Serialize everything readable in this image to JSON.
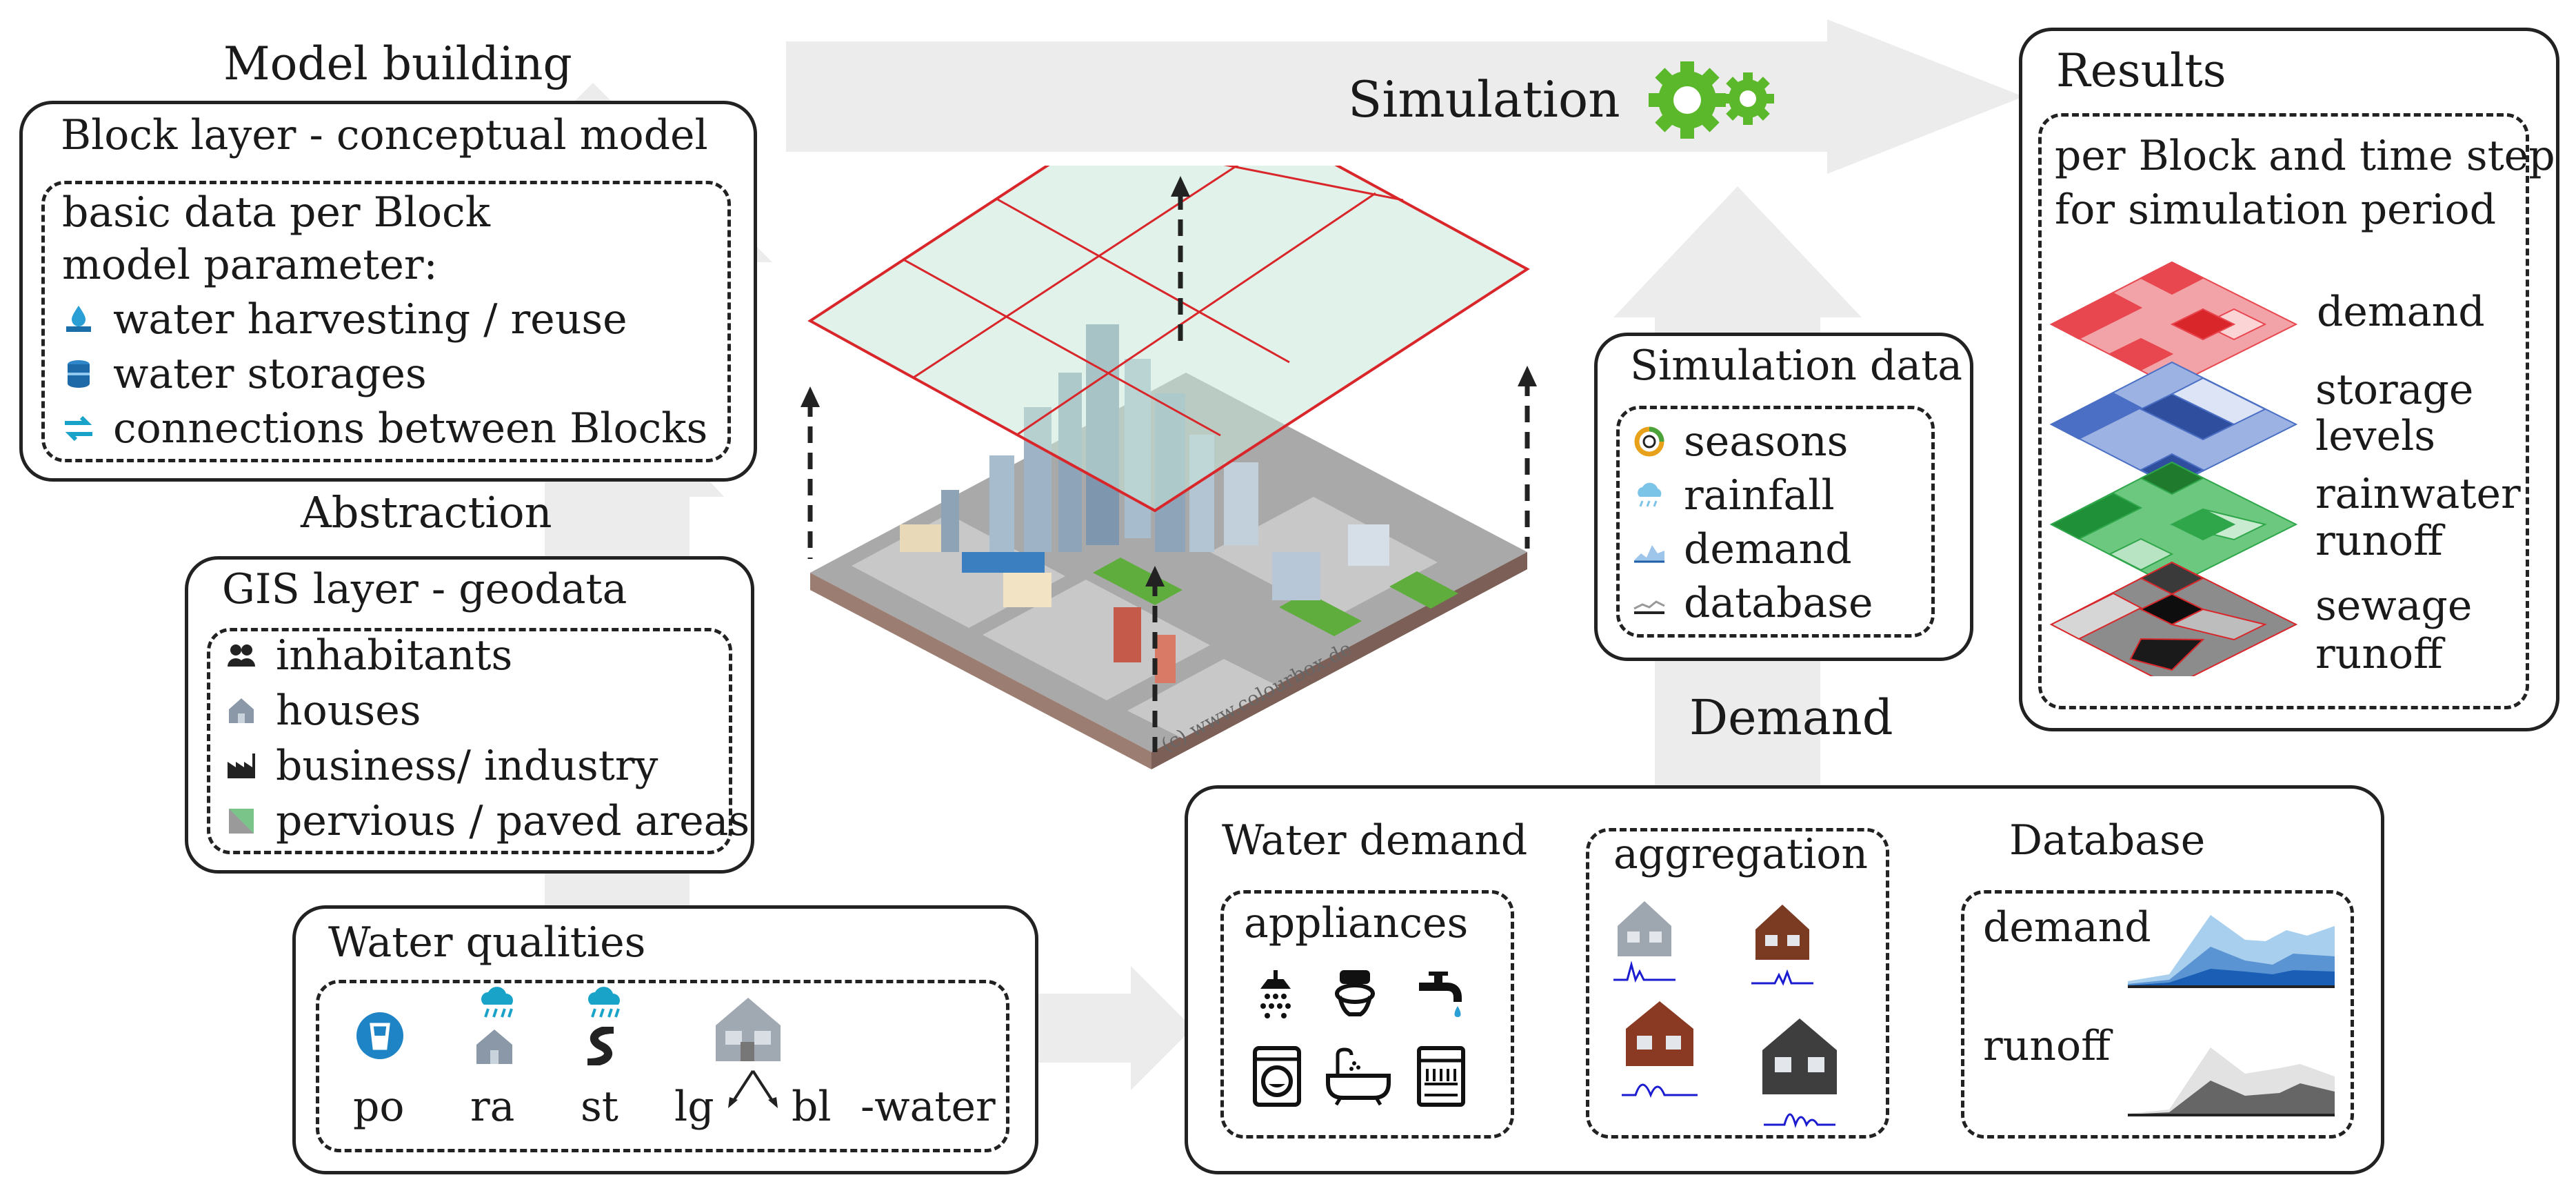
{
  "headings": {
    "model_building": "Model building",
    "simulation": "Simulation",
    "results": "Results",
    "abstraction": "Abstraction",
    "demand": "Demand"
  },
  "block_layer": {
    "title": "Block layer - conceptual model",
    "line1": "basic data per Block",
    "line2": "model parameter:",
    "items": [
      "water harvesting / reuse",
      "water storages",
      "connections between Blocks"
    ]
  },
  "gis_layer": {
    "title": "GIS layer - geodata",
    "items": [
      "inhabitants",
      "houses",
      "business/ industry",
      "pervious / paved areas"
    ]
  },
  "water_qualities": {
    "title": "Water qualities",
    "labels": [
      "po",
      "ra",
      "st",
      "lg",
      "bl",
      "-water"
    ]
  },
  "simulation_data": {
    "title": "Simulation data",
    "items": [
      "seasons",
      "rainfall",
      "demand",
      "database"
    ]
  },
  "results_box": {
    "line1": "per Block and time step",
    "line2": "for simulation period",
    "layers": [
      {
        "label_1": "demand",
        "label_2": "",
        "color": "#e8474f"
      },
      {
        "label_1": "storage",
        "label_2": "levels",
        "color": "#4a6fc4"
      },
      {
        "label_1": "rainwater",
        "label_2": "runoff",
        "color": "#2fa64a"
      },
      {
        "label_1": "sewage",
        "label_2": "runoff",
        "color": "#555555"
      }
    ]
  },
  "demand_box": {
    "water_demand": "Water demand",
    "appliances": "appliances",
    "aggregation": "aggregation",
    "database": "Database",
    "db_demand": "demand",
    "db_runoff": "runoff"
  },
  "credit": "(c) www.colourbox.de",
  "colors": {
    "arrow": "#ececec",
    "gear": "#5cb82b",
    "grid": "#d9262a",
    "plane": "#c9e7d9"
  }
}
